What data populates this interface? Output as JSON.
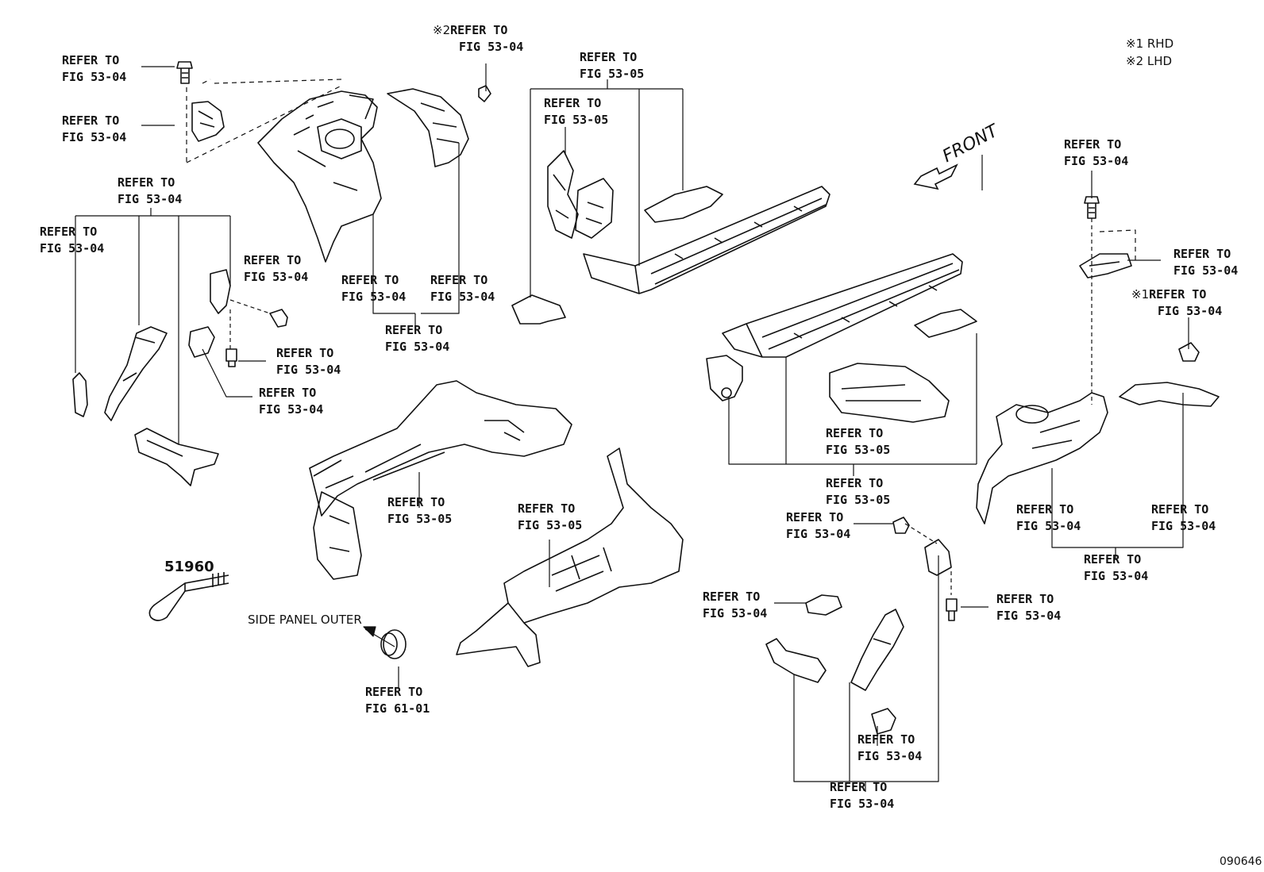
{
  "legend": {
    "rhd": "※1 RHD",
    "lhd": "※2 LHD"
  },
  "front_label": "FRONT",
  "part_number": "51960",
  "side_panel_note": "SIDE PANEL OUTER",
  "drawing_ref": "090646",
  "marks": {
    "m1": "※1",
    "m2": "※2"
  },
  "refer": "REFER TO",
  "figs": {
    "f5304": "FIG 53-04",
    "f5305": "FIG 53-05",
    "f6101": "FIG 61-01"
  }
}
